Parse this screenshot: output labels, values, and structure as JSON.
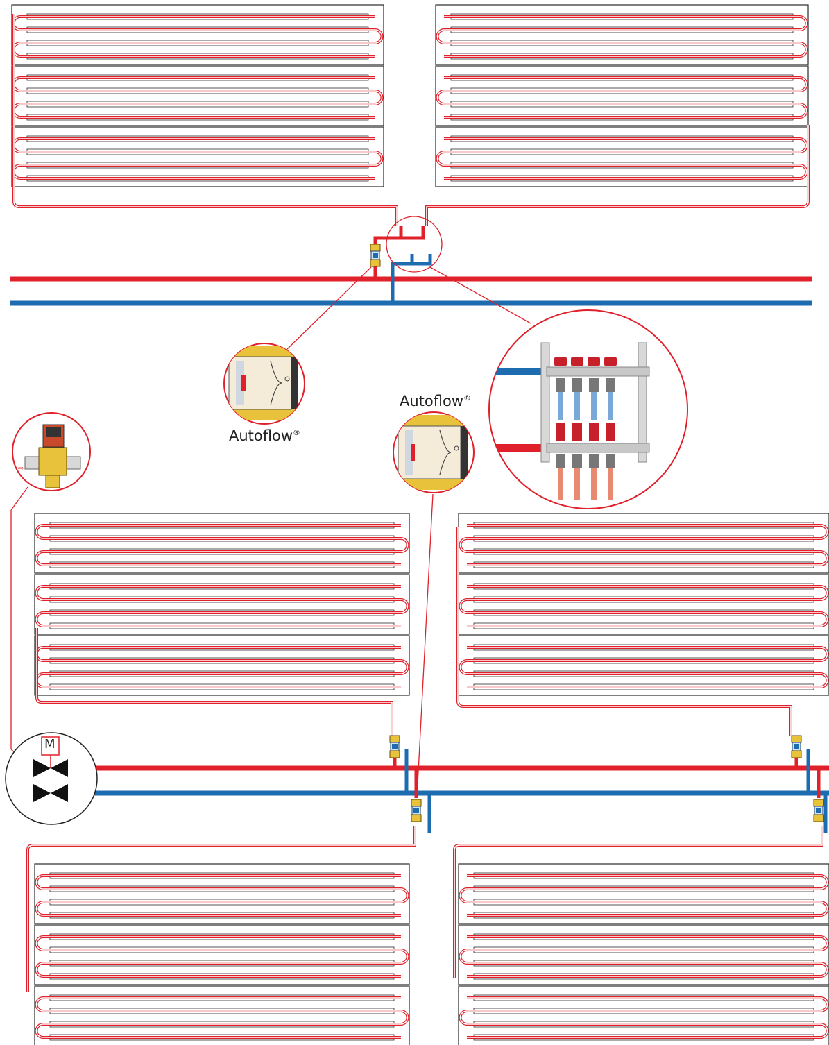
{
  "labels": {
    "autoflow_left": "Autoflow",
    "autoflow_center": "Autoflow",
    "registered": "®",
    "motor_letter": "M"
  },
  "colors": {
    "supply": "#e0202a",
    "return": "#1e6cb0",
    "coil": "#e0202a",
    "panel_stroke": "#2a2a2a",
    "valve_body": "#e8c23a"
  }
}
